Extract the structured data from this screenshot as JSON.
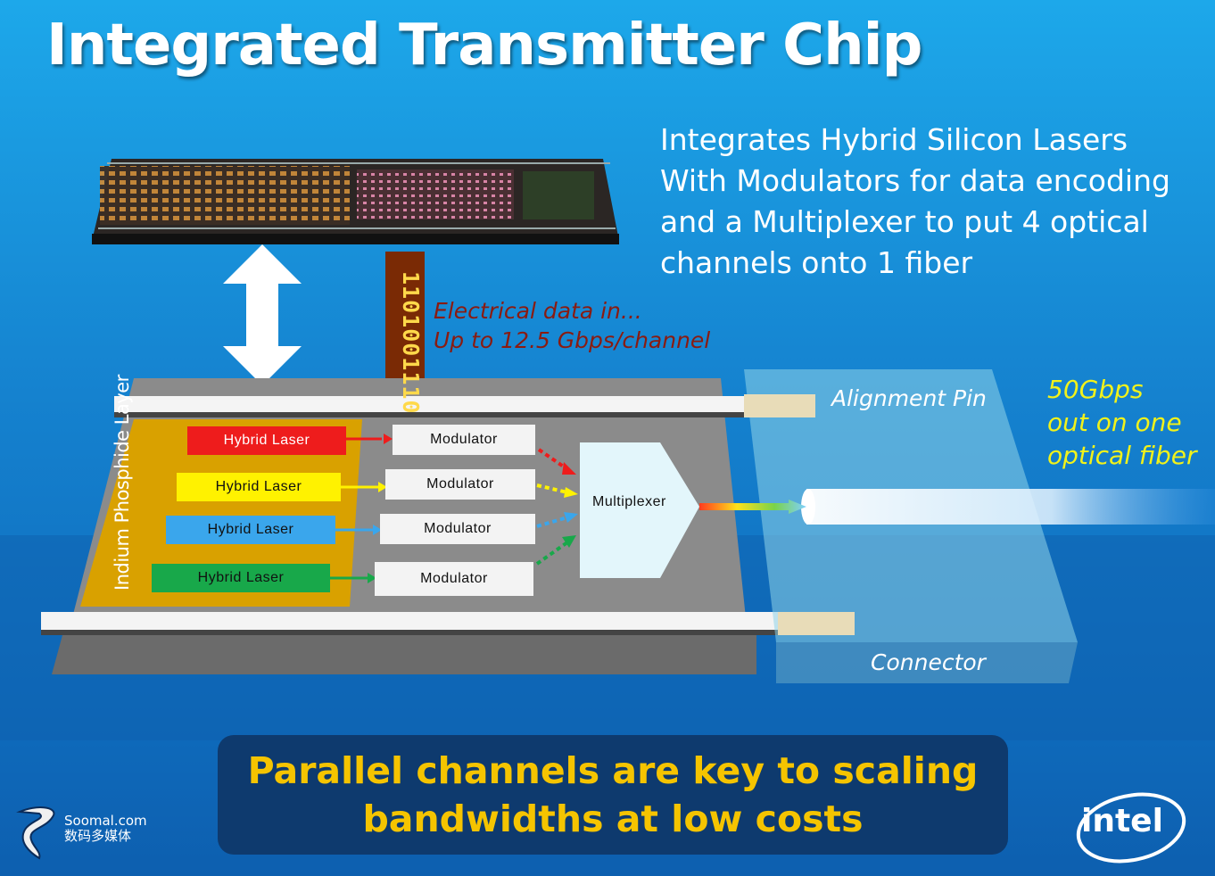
{
  "slide": {
    "title": "Integrated Transmitter Chip",
    "description": [
      "Integrates Hybrid Silicon Lasers",
      "With Modulators for data encoding",
      "and a Multiplexer to put 4 optical",
      "channels onto 1 fiber"
    ],
    "electrical_data": [
      "Electrical data in...",
      "Up to 12.5 Gbps/channel"
    ],
    "bit_stream": "1101001110",
    "output": [
      "50Gbps",
      "out on one",
      "optical fiber"
    ],
    "alignment_pin_label": "Alignment Pin",
    "connector_label": "Connector",
    "layer_label": "Indium Phosphide Layer",
    "lasers": [
      {
        "label": "Hybrid Laser",
        "color": "#ee1c1c",
        "text_color": "#ffffff"
      },
      {
        "label": "Hybrid Laser",
        "color": "#fff200",
        "text_color": "#111111"
      },
      {
        "label": "Hybrid Laser",
        "color": "#3aa6ec",
        "text_color": "#111111"
      },
      {
        "label": "Hybrid Laser",
        "color": "#18a84a",
        "text_color": "#111111"
      }
    ],
    "modulators": [
      "Modulator",
      "Modulator",
      "Modulator",
      "Modulator"
    ],
    "multiplexer_label": "Multiplexer",
    "banner": [
      "Parallel channels are key to scaling",
      "bandwidths at low costs"
    ],
    "watermark": {
      "site": "Soomal.com",
      "subtitle": "数码多媒体"
    },
    "brand_logo": "intel",
    "colors": {
      "background": "#1582cf",
      "banner": "#0e3a6e",
      "banner_text": "#f5c400",
      "highlight": "#f2f21a",
      "data_arrow": "#7a2a05",
      "ip_layer": "#d9a100"
    }
  }
}
